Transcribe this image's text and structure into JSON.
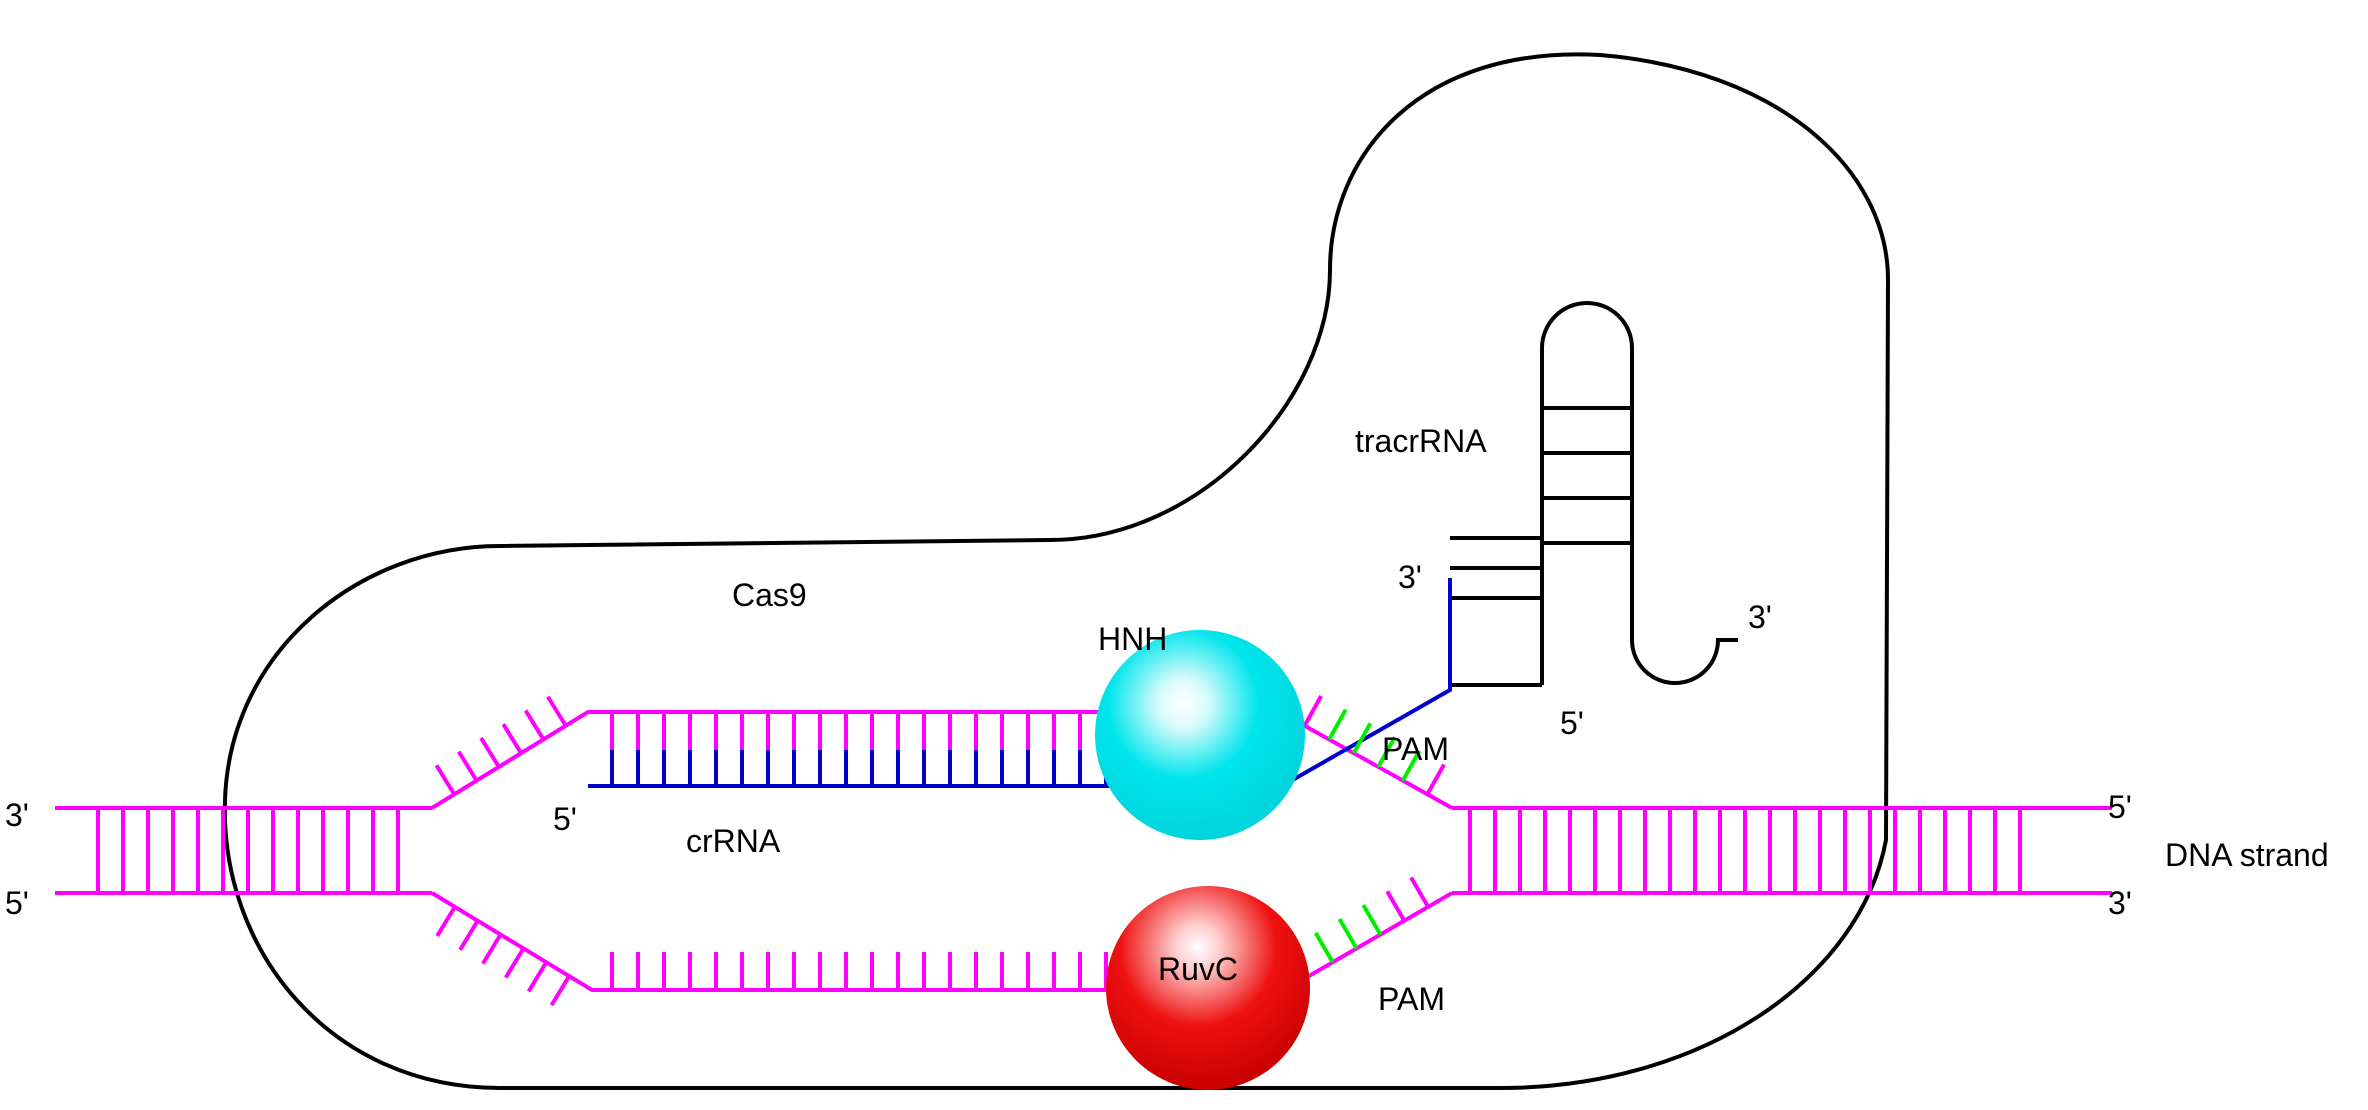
{
  "labels": {
    "cas9": "Cas9",
    "hnh": "HNH",
    "ruvc": "RuvC",
    "tracrrna": "tracrRNA",
    "crrna": "crRNA",
    "pam_top": "PAM",
    "pam_bottom": "PAM",
    "dna_strand": "DNA strand",
    "left_top_end": "3'",
    "left_bottom_end": "5'",
    "right_top_end": "5'",
    "right_bottom_end": "3'",
    "crrna_5prime": "5'",
    "tracr_left_3prime": "3'",
    "tracr_right_3prime": "3'",
    "tracr_5prime": "5'"
  },
  "colors": {
    "dna": "#ff00ff",
    "crrna": "#0000cc",
    "pam": "#00ee00",
    "outline": "#000000",
    "hnh": "#00e5ec",
    "ruvc": "#e00000"
  }
}
